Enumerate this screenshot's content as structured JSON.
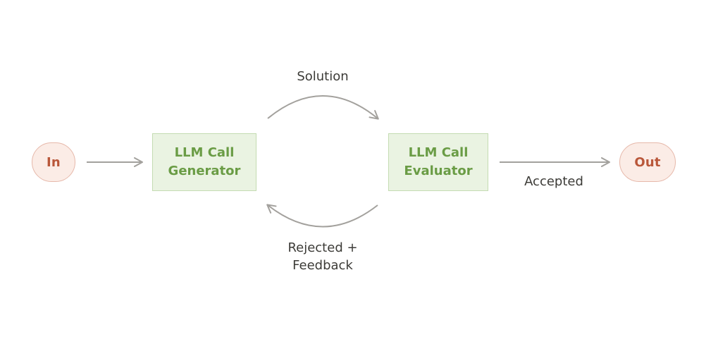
{
  "colors": {
    "terminal_fill": "#fbece6",
    "terminal_border": "#e6b8aa",
    "terminal_text": "#b9573a",
    "llm_fill": "#eaf3e2",
    "llm_border": "#c4dcb2",
    "llm_text": "#6a9c45",
    "arrow": "#a3a19d",
    "label_text": "#3c3b37"
  },
  "nodes": {
    "input": {
      "label": "In"
    },
    "generator": {
      "line1": "LLM Call",
      "line2": "Generator"
    },
    "evaluator": {
      "line1": "LLM Call",
      "line2": "Evaluator"
    },
    "output": {
      "label": "Out"
    }
  },
  "edges": {
    "solution": {
      "label": "Solution"
    },
    "rejected": {
      "line1": "Rejected +",
      "line2": "Feedback"
    },
    "accepted": {
      "label": "Accepted"
    }
  }
}
